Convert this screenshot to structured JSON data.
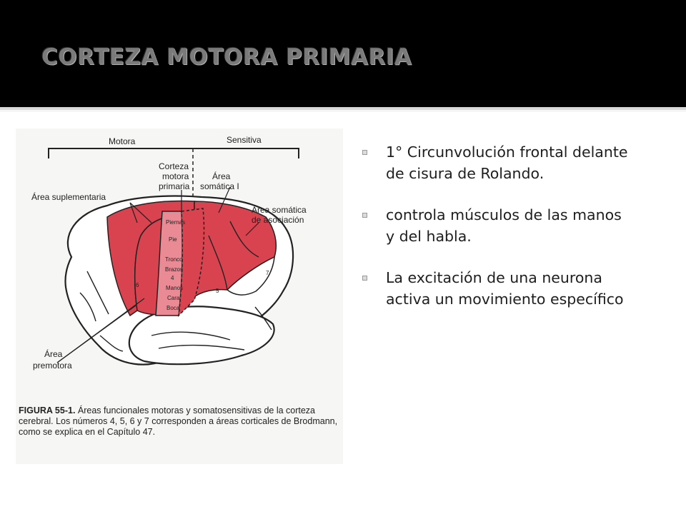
{
  "slide": {
    "title": "CORTEZA MOTORA PRIMARIA"
  },
  "figure": {
    "labels": {
      "motora": "Motora",
      "sensitiva": "Sensitiva",
      "corteza_line1": "Corteza",
      "corteza_line2": "motora",
      "corteza_line3": "primaria",
      "area_suplementaria": "Área suplementaria",
      "area_somatica_line1": "Área",
      "area_somatica_line2": "somática I",
      "area_asociacion_line1": "Área somática",
      "area_asociacion_line2": "de asociación",
      "area_premotora_line1": "Área",
      "area_premotora_line2": "premotora",
      "piernas": "Piernas",
      "pie": "Pie",
      "tronco": "Tronco",
      "brazos": "Brazos",
      "num4": "4",
      "manos": "Manos",
      "cara": "Cara",
      "boca": "Boca",
      "num6": "6",
      "num5": "5",
      "num7": "7"
    },
    "caption": {
      "label": "FIGURA 55-1.",
      "text": "Áreas funcionales motoras y somatosensitivas de la corteza cerebral. Los números 4, 5, 6 y 7 corresponden a áreas corticales de Brodmann, como se explica en el Capítulo 47."
    }
  },
  "bullets": [
    "1° Circunvolución frontal delante de cisura de Rolando.",
    "controla músculos de las manos y del habla.",
    "La excitación de una neurona activa un movimiento específico"
  ],
  "colors": {
    "header_bg": "#000000",
    "title_gray": "#7a7a7a",
    "area_red": "#d9434f",
    "motor_pink": "#e98a94"
  }
}
